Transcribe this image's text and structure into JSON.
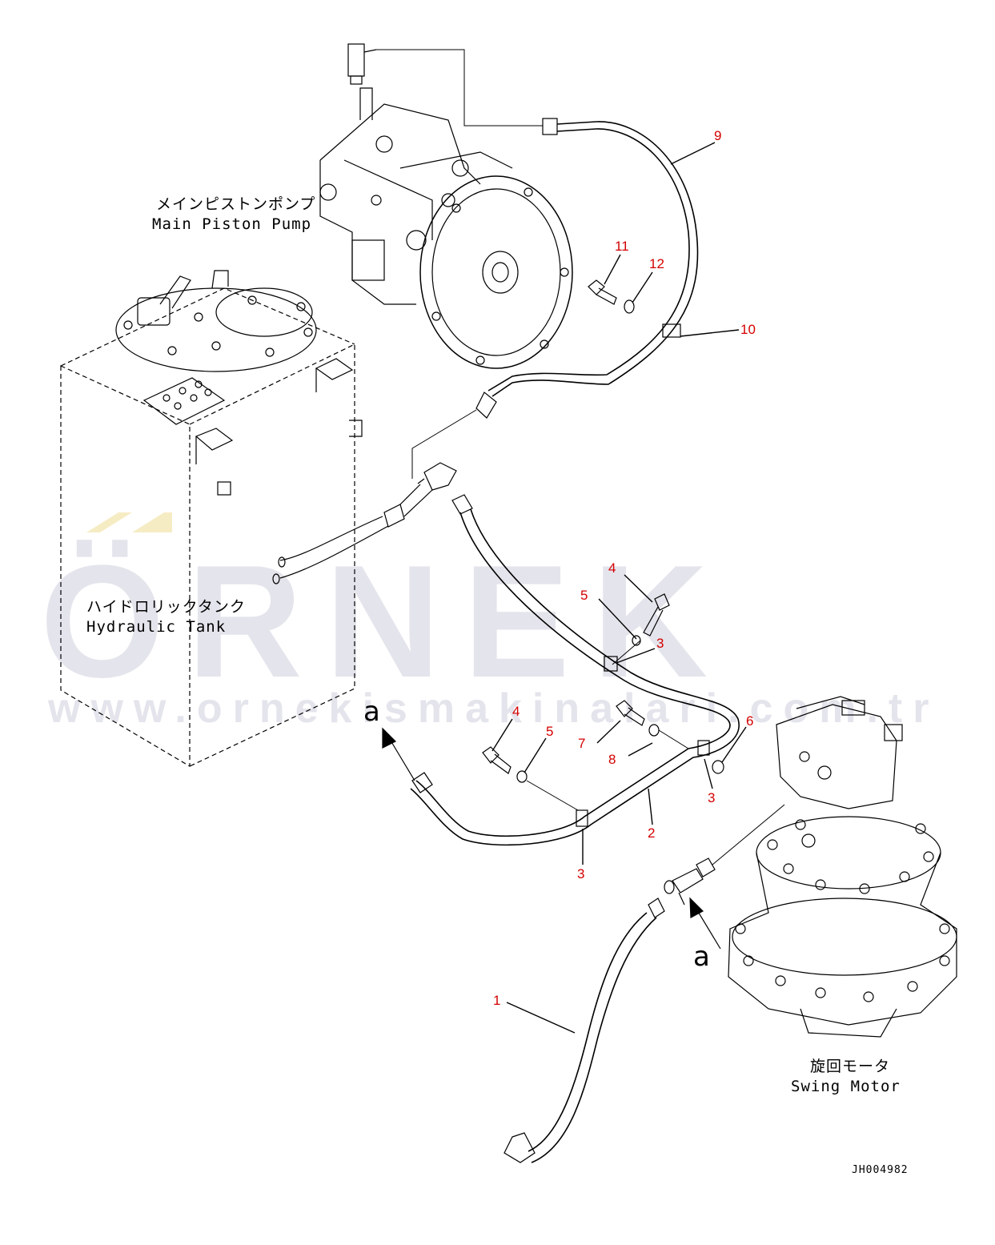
{
  "watermark": {
    "brand": "ÖRNEK",
    "url": "www.ornekismakinalari.com.tr",
    "brand_color": "#e4e4ec",
    "accent_color": "#f6ecc4"
  },
  "labels": {
    "pump_jp": "メインピストンポンプ",
    "pump_en": "Main Piston Pump",
    "tank_jp": "ハイドロリックタンク",
    "tank_en": "Hydraulic Tank",
    "motor_jp": "旋回モータ",
    "motor_en": "Swing Motor",
    "view_arrow_top": "a",
    "view_arrow_bottom": "a",
    "drawing_id": "JH004982"
  },
  "callouts": [
    "9",
    "11",
    "12",
    "10",
    "4",
    "5",
    "3",
    "4",
    "5",
    "7",
    "8",
    "6",
    "3",
    "2",
    "3",
    "1"
  ],
  "colors": {
    "callout": "#d40000",
    "line": "#000000"
  }
}
